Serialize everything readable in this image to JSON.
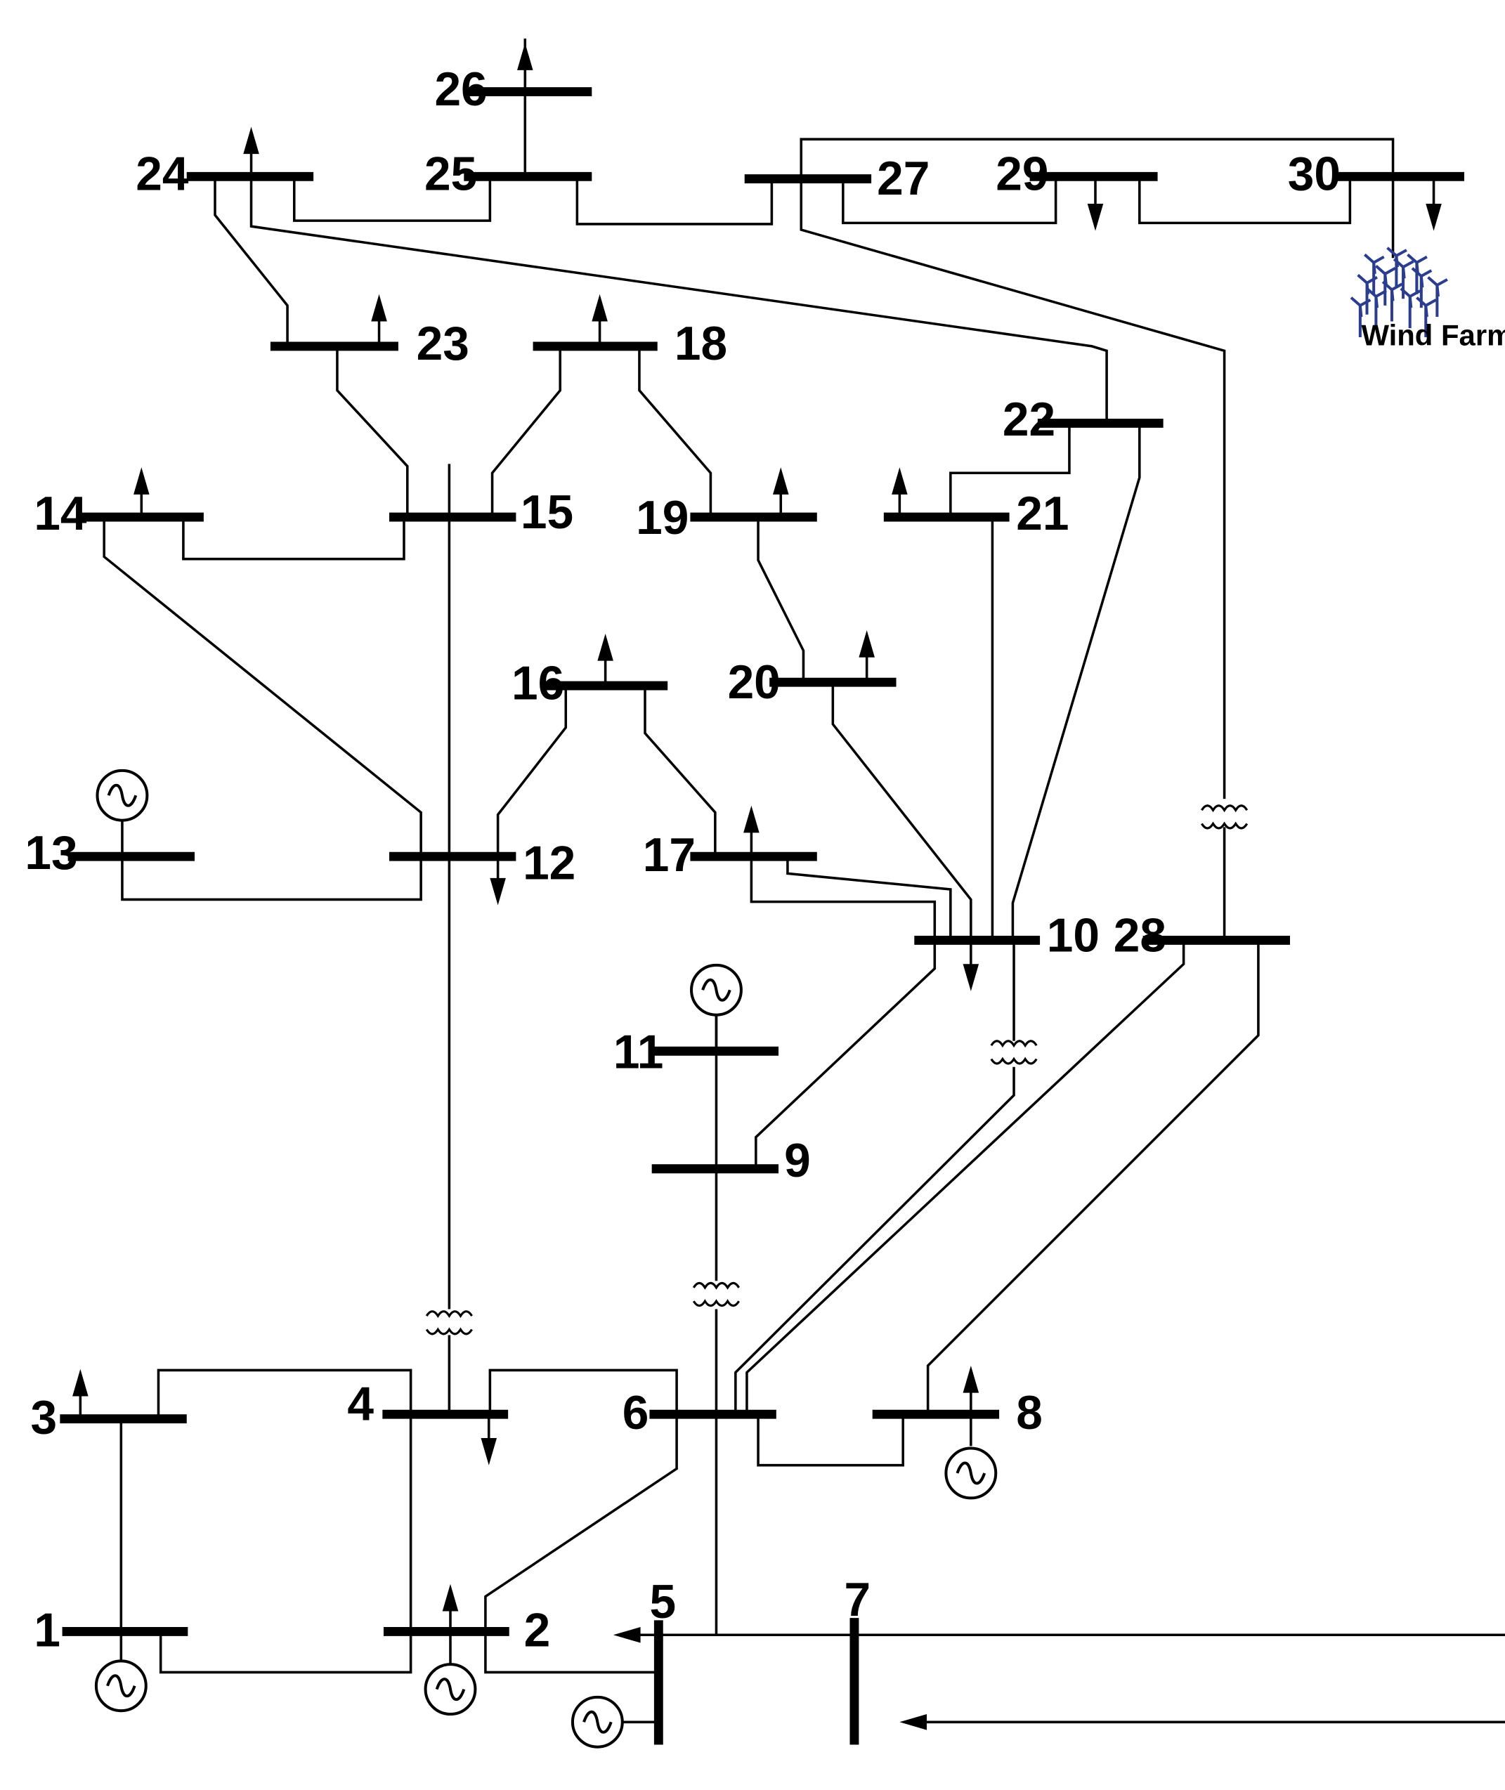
{
  "buses": [
    {
      "id": "1",
      "label": "1"
    },
    {
      "id": "2",
      "label": "2"
    },
    {
      "id": "3",
      "label": "3"
    },
    {
      "id": "4",
      "label": "4"
    },
    {
      "id": "5",
      "label": "5"
    },
    {
      "id": "6",
      "label": "6"
    },
    {
      "id": "7",
      "label": "7"
    },
    {
      "id": "8",
      "label": "8"
    },
    {
      "id": "9",
      "label": "9"
    },
    {
      "id": "10",
      "label": "10"
    },
    {
      "id": "11",
      "label": "11"
    },
    {
      "id": "12",
      "label": "12"
    },
    {
      "id": "13",
      "label": "13"
    },
    {
      "id": "14",
      "label": "14"
    },
    {
      "id": "15",
      "label": "15"
    },
    {
      "id": "16",
      "label": "16"
    },
    {
      "id": "17",
      "label": "17"
    },
    {
      "id": "18",
      "label": "18"
    },
    {
      "id": "19",
      "label": "19"
    },
    {
      "id": "20",
      "label": "20"
    },
    {
      "id": "21",
      "label": "21"
    },
    {
      "id": "22",
      "label": "22"
    },
    {
      "id": "23",
      "label": "23"
    },
    {
      "id": "24",
      "label": "24"
    },
    {
      "id": "25",
      "label": "25"
    },
    {
      "id": "26",
      "label": "26"
    },
    {
      "id": "27",
      "label": "27"
    },
    {
      "id": "28",
      "label": "28"
    },
    {
      "id": "29",
      "label": "29"
    },
    {
      "id": "30",
      "label": "30"
    }
  ],
  "wind_farm": {
    "label": "Wind Farm",
    "color": "#2b3d8f"
  },
  "generator_buses": [
    "1",
    "2",
    "5",
    "8",
    "11",
    "13"
  ],
  "transformer_branches": [
    "4-12",
    "6-9",
    "6-10",
    "27-28"
  ]
}
